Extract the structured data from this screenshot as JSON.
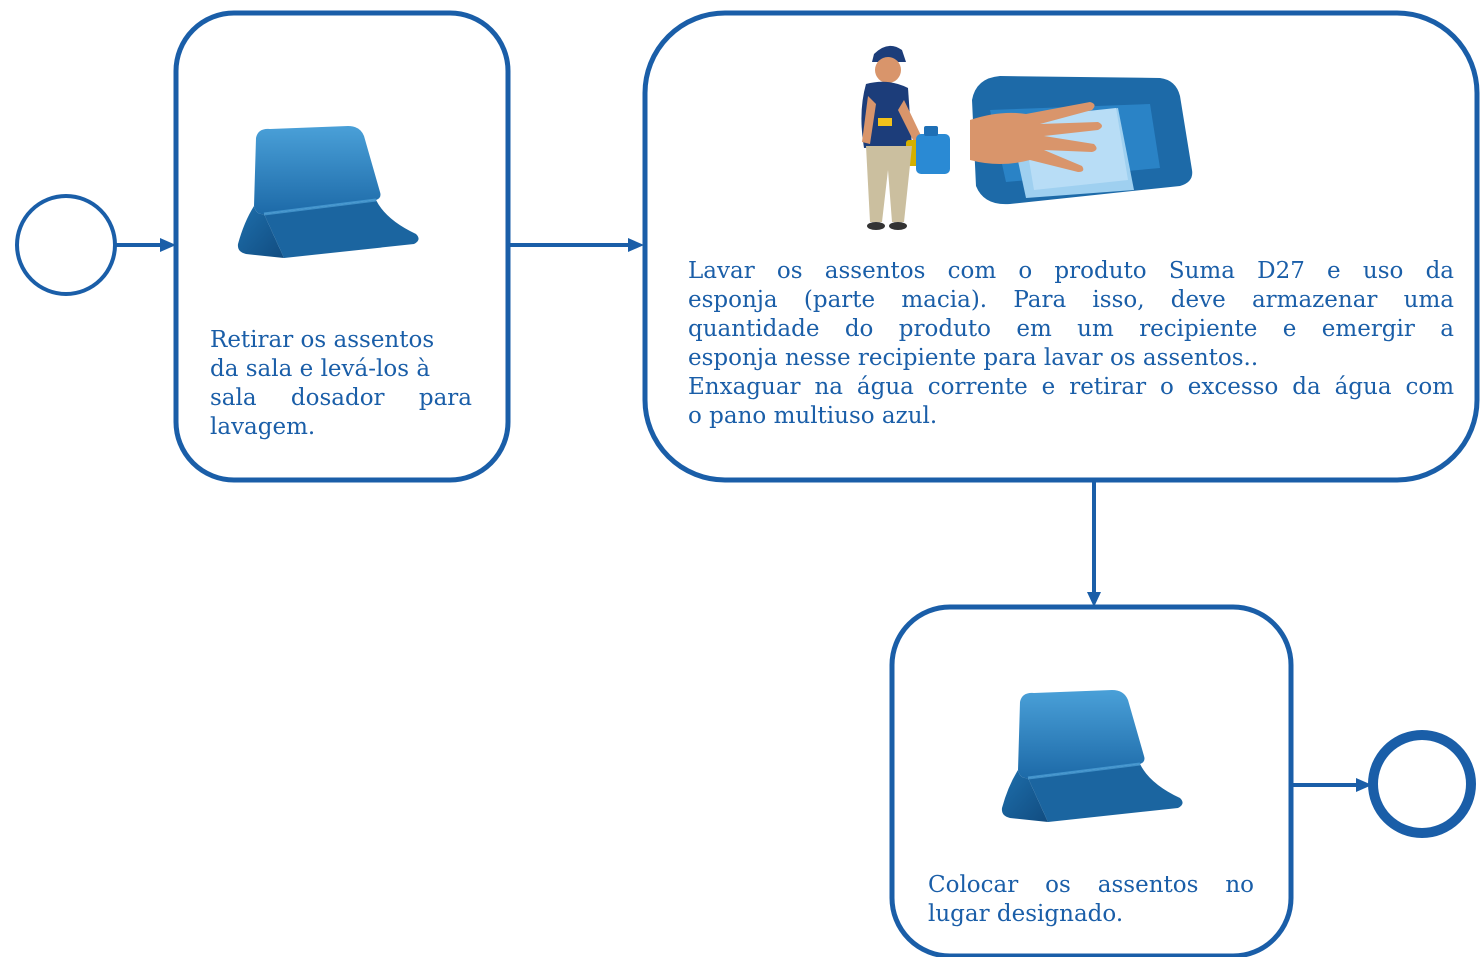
{
  "colors": {
    "flow": "#1a5ea8",
    "text": "#1a5ea8",
    "seat_dark": "#16588f",
    "seat_mid": "#2379b6",
    "seat_light": "#4aa0d8",
    "cloth": "#9fd0f0",
    "skin": "#d9956b",
    "uniform": "#1c3d7a",
    "pants": "#cbbf9f"
  },
  "events": {
    "start": {
      "type": "start-event"
    },
    "end": {
      "type": "end-event"
    }
  },
  "tasks": {
    "remove_seats": {
      "icon": "seat-icon",
      "lines": [
        "Retirar os assentos",
        "da sala e levá-los à",
        "sala dosador para",
        "lavagem."
      ]
    },
    "wash_seats": {
      "icons": [
        "worker-icon",
        "hand-wiping-seat-icon"
      ],
      "lines": [
        "Lavar os assentos com o produto Suma D27 e uso da",
        "esponja (parte macia).  Para isso, deve armazenar uma",
        "quantidade do produto em um recipiente e emergir a",
        "esponja nesse recipiente para lavar os assentos..",
        "Enxaguar na água corrente e retirar o excesso da água com",
        "o pano multiuso azul."
      ]
    },
    "place_seats": {
      "icon": "seat-icon",
      "lines": [
        "Colocar os assentos no",
        "lugar designado."
      ]
    }
  }
}
